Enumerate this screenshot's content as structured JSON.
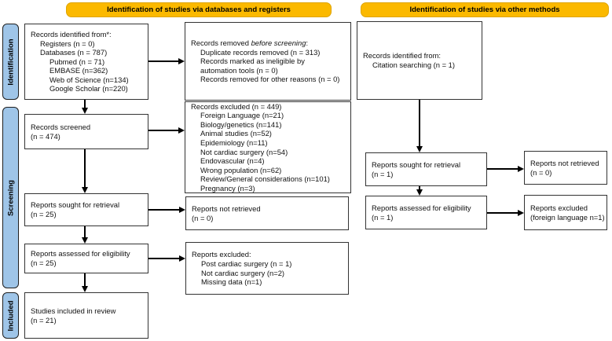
{
  "headers": {
    "databases": "Identification of studies via databases and registers",
    "other": "Identification of studies via other methods"
  },
  "sidebar": {
    "identification": "Identification",
    "screening": "Screening",
    "included": "Included"
  },
  "colors": {
    "header_bg": "#FBB900",
    "sidebar_bg": "#9FC5E8"
  },
  "boxes": {
    "records_identified": {
      "lines": [
        {
          "text": "Records identified from*:",
          "indent": 0
        },
        {
          "text": "Registers (n = 0)",
          "indent": 1
        },
        {
          "text": "Databases (n = 787)",
          "indent": 1
        },
        {
          "text": "Pubmed (n = 71)",
          "indent": 2
        },
        {
          "text": "EMBASE (n=362)",
          "indent": 2
        },
        {
          "text": "Web of Science (n=134)",
          "indent": 2
        },
        {
          "text": "Google Scholar (n=220)",
          "indent": 2
        }
      ]
    },
    "records_removed": {
      "lines": [
        {
          "pre": "Records removed ",
          "italic": "before screening",
          "post": ":",
          "indent": 0
        },
        {
          "text": "Duplicate records removed (n = 313)",
          "indent": 1
        },
        {
          "text": "Records marked as ineligible by",
          "indent": 1
        },
        {
          "text": "automation tools (n = 0)",
          "indent": 1
        },
        {
          "text": "Records removed for other reasons (n = 0)",
          "indent": 1
        }
      ]
    },
    "records_screened": {
      "lines": [
        {
          "text": "Records screened",
          "indent": 0
        },
        {
          "text": "(n = 474)",
          "indent": 0
        }
      ]
    },
    "records_excluded": {
      "lines": [
        {
          "text": "Records excluded (n = 449)",
          "indent": 0
        },
        {
          "text": "Foreign Language (n=21)",
          "indent": 1
        },
        {
          "text": "Biology/genetics (n=141)",
          "indent": 1
        },
        {
          "text": "Animal studies (n=52)",
          "indent": 1
        },
        {
          "text": "Epidemiology (n=11)",
          "indent": 1
        },
        {
          "text": "Not cardiac surgery (n=54)",
          "indent": 1
        },
        {
          "text": "Endovascular (n=4)",
          "indent": 1
        },
        {
          "text": "Wrong population (n=62)",
          "indent": 1
        },
        {
          "text": "Review/General considerations (n=101)",
          "indent": 1
        },
        {
          "text": "Pregnancy (n=3)",
          "indent": 1
        }
      ]
    },
    "reports_sought": {
      "lines": [
        {
          "text": "Reports sought for retrieval",
          "indent": 0
        },
        {
          "text": "(n = 25)",
          "indent": 0
        }
      ]
    },
    "reports_not_retrieved": {
      "lines": [
        {
          "text": "Reports not retrieved",
          "indent": 0
        },
        {
          "text": "(n = 0)",
          "indent": 0
        }
      ]
    },
    "reports_assessed": {
      "lines": [
        {
          "text": "Reports assessed for eligibility",
          "indent": 0
        },
        {
          "text": "(n = 25)",
          "indent": 0
        }
      ]
    },
    "reports_excluded": {
      "lines": [
        {
          "text": "Reports excluded:",
          "indent": 0
        },
        {
          "text": "Post cardiac surgery (n = 1)",
          "indent": 1
        },
        {
          "text": "Not cardiac surgery (n=2)",
          "indent": 1
        },
        {
          "text": "Missing data (n=1)",
          "indent": 1
        }
      ]
    },
    "studies_included": {
      "lines": [
        {
          "text": "Studies included in review",
          "indent": 0
        },
        {
          "text": "(n = 21)",
          "indent": 0
        }
      ]
    },
    "records_identified_other": {
      "lines": [
        {
          "text": "Records identified from:",
          "indent": 0
        },
        {
          "text": "Citation searching (n = 1)",
          "indent": 1
        }
      ]
    },
    "reports_sought_other": {
      "lines": [
        {
          "text": "Reports sought for retrieval",
          "indent": 0
        },
        {
          "text": "(n = 1)",
          "indent": 0
        }
      ]
    },
    "reports_not_retrieved_other": {
      "lines": [
        {
          "text": "Reports not retrieved",
          "indent": 0
        },
        {
          "text": "(n = 0)",
          "indent": 0
        }
      ]
    },
    "reports_assessed_other": {
      "lines": [
        {
          "text": "Reports assessed for eligibility",
          "indent": 0
        },
        {
          "text": "(n = 1)",
          "indent": 0
        }
      ]
    },
    "reports_excluded_other": {
      "lines": [
        {
          "text": "Reports excluded",
          "indent": 0
        },
        {
          "text": "(foreign language n=1)",
          "indent": 0
        }
      ]
    }
  }
}
